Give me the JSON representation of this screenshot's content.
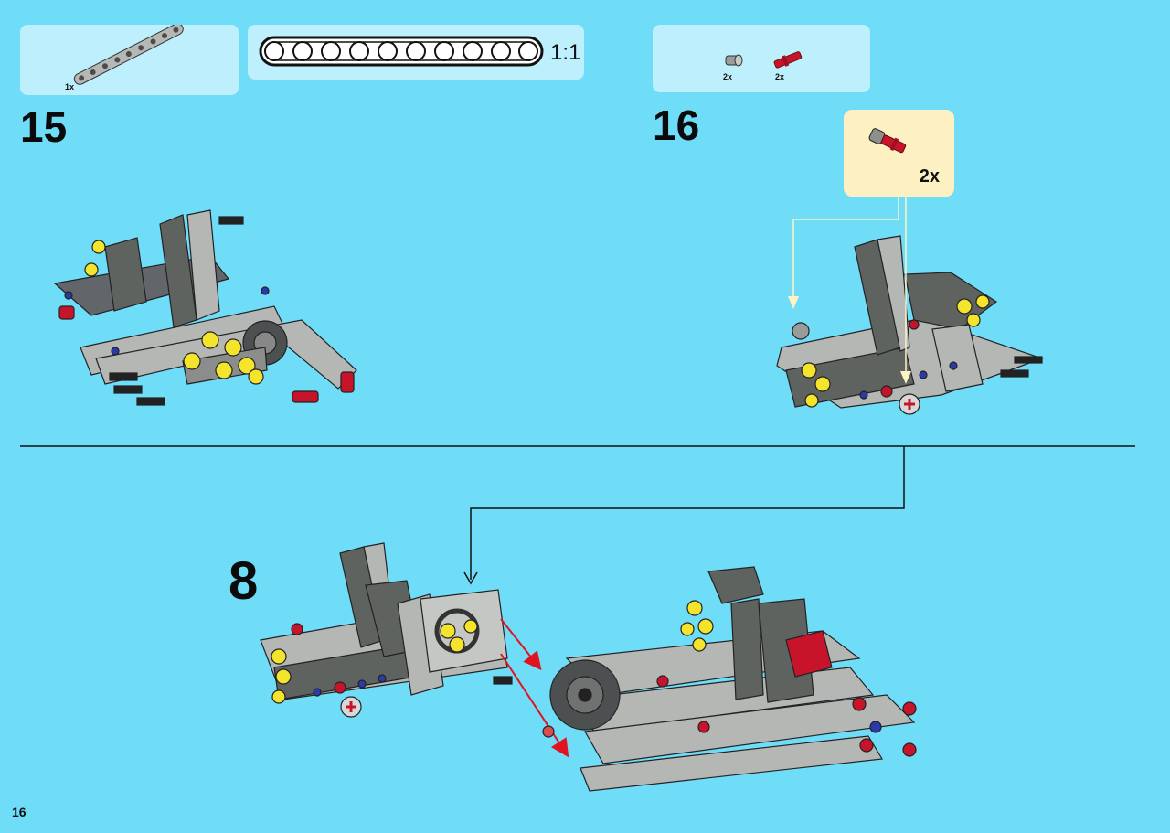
{
  "page": {
    "number": "16"
  },
  "steps": {
    "step15": {
      "number": "15",
      "parts": [
        {
          "icon": "gray-beam-9-icon",
          "qty": "1x"
        }
      ],
      "scale_reference": {
        "label": "1:1"
      }
    },
    "step16": {
      "number": "16",
      "parts": [
        {
          "icon": "gray-bush-icon",
          "qty": "2x"
        },
        {
          "icon": "red-axle-pin-icon",
          "qty": "2x"
        }
      ],
      "callout": {
        "qty": "2x"
      }
    },
    "substep": {
      "number": "8"
    }
  },
  "colors": {
    "background": "#6fdcf8",
    "panel": "#bdeffc",
    "callout": "#fdf0c2",
    "light_gray": "#b4b6b4",
    "dark_gray": "#5f6360",
    "yellow": "#f4e42c",
    "red": "#c8142a",
    "blue": "#2a3aa8"
  }
}
